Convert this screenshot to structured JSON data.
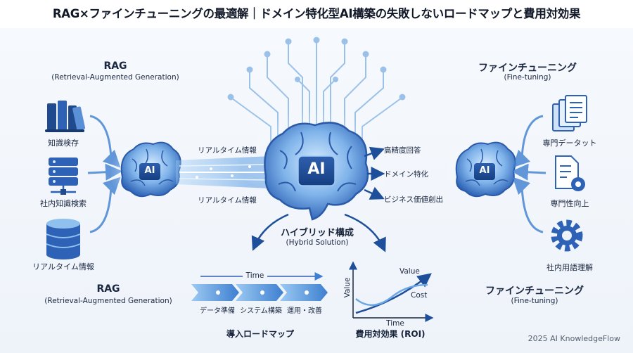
{
  "title": "RAG×ファインチューニングの最適解｜ドメイン特化型AI構築の失敗しないロードマップと費用対効果",
  "left": {
    "heading": "RAG",
    "subheading": "(Retrieval-Augmented Generation)",
    "sources": [
      "知識検存",
      "社内知識検索",
      "リアルタイム情報"
    ],
    "brain_label": "AI"
  },
  "right": {
    "heading": "ファインチューニング",
    "subheading": "(Fine-tuning)",
    "sources": [
      "専門データット",
      "専門性向上",
      "社内用語理解"
    ],
    "brain_label": "AI"
  },
  "center": {
    "brain_label": "AI",
    "stream_top": "リアルタイム情報",
    "stream_bottom": "リアルタイム情報",
    "outputs": [
      "高精度回答",
      "ドメイン特化",
      "ビジネス価値創出"
    ],
    "hybrid_title": "ハイブリッド構成",
    "hybrid_sub": "(Hybrid Solution)"
  },
  "roadmap": {
    "time_label": "Time",
    "steps": [
      "データ準備",
      "システム構築",
      "運用・改善"
    ],
    "caption": "導入ロードマップ"
  },
  "roi_chart": {
    "x_label": "Time",
    "y_label": "Value",
    "series": [
      "Value",
      "Cost"
    ],
    "caption": "費用対効果 (ROI)"
  },
  "bottom_left": {
    "heading": "RAG",
    "subheading": "(Retrieval-Augmented Generation)"
  },
  "bottom_right": {
    "heading": "ファインチューニング",
    "subheading": "(Fine-tuning)"
  },
  "credit": "2025 AI KnowledgeFlow",
  "colors": {
    "primary": "#2f6fc9",
    "light": "#8fc0ee",
    "dark": "#1d3f77",
    "background": "#f2f6fb"
  }
}
